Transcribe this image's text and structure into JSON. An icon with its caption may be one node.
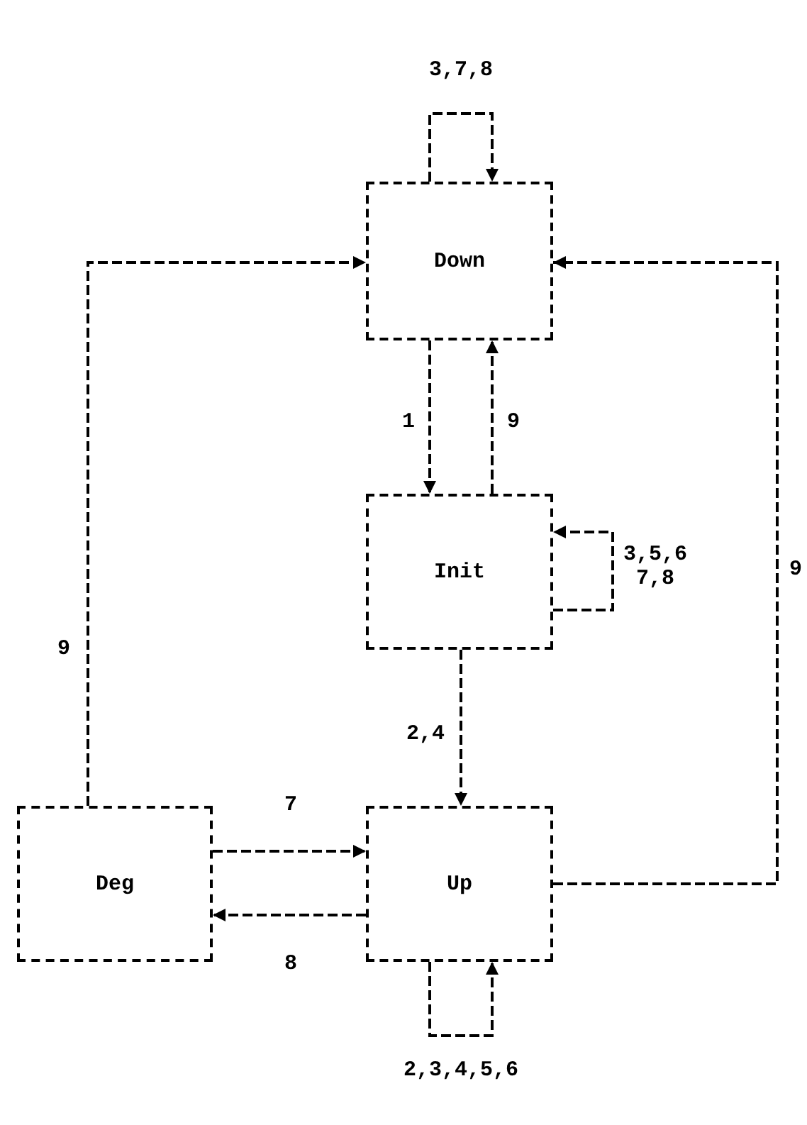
{
  "diagram": {
    "nodes": [
      {
        "text": [
          "Down"
        ]
      },
      {
        "text": [
          "Init"
        ]
      },
      {
        "text": [
          "Deg"
        ]
      },
      {
        "text": [
          "Up"
        ]
      }
    ],
    "edges": [
      {
        "from": 0,
        "to": 0,
        "arrow": "to",
        "label": "3,7,8"
      },
      {
        "from": 0,
        "to": 1,
        "arrow": "to",
        "label": "1"
      },
      {
        "from": 1,
        "to": 0,
        "arrow": "to",
        "label": "9"
      },
      {
        "from": 1,
        "to": 1,
        "arrow": "to",
        "label": "3,5,6 7,8"
      },
      {
        "from": 1,
        "to": 3,
        "arrow": "to",
        "label": "2,4"
      },
      {
        "from": 2,
        "to": 0,
        "arrow": "to",
        "label": "9"
      },
      {
        "from": 3,
        "to": 0,
        "arrow": "to",
        "label": "9"
      },
      {
        "from": 2,
        "to": 3,
        "arrow": "to",
        "label": "7"
      },
      {
        "from": 3,
        "to": 2,
        "arrow": "to",
        "label": "8"
      },
      {
        "from": 3,
        "to": 3,
        "arrow": "to",
        "label": "2,3,4,5,6"
      }
    ]
  }
}
